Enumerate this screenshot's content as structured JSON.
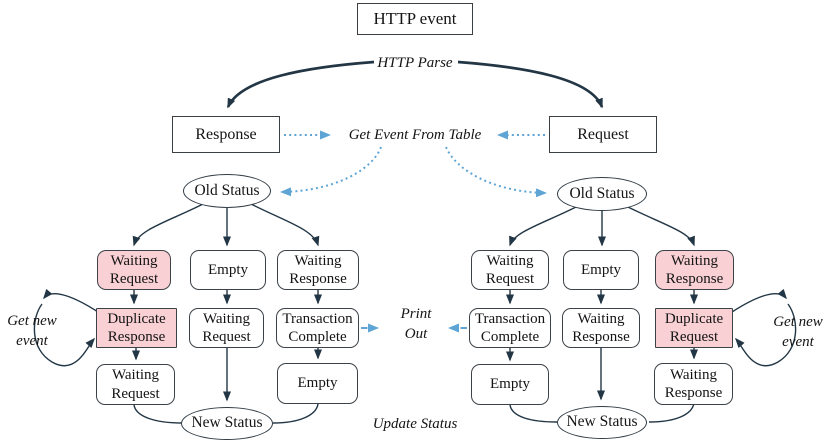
{
  "colors": {
    "ink": "#223645",
    "box_border": "#3c4247",
    "accent_blue": "#5ea5d6",
    "pink_fill": "#f9d1d4"
  },
  "nodes": {
    "http_event": "HTTP event",
    "response": "Response",
    "request": "Request",
    "left": {
      "old_status": "Old Status",
      "row1": [
        "Waiting Request",
        "Empty",
        "Waiting Response"
      ],
      "row2": [
        "Duplicate Response",
        "Waiting Request",
        "Transaction Complete"
      ],
      "row3": [
        "Waiting Request",
        "Empty"
      ],
      "new_status": "New Status"
    },
    "right": {
      "old_status": "Old Status",
      "row1": [
        "Waiting Request",
        "Empty",
        "Waiting Response"
      ],
      "row2": [
        "Transaction Complete",
        "Waiting Response",
        "Duplicate Request"
      ],
      "row3": [
        "Empty",
        "Waiting Response"
      ],
      "new_status": "New Status"
    }
  },
  "labels": {
    "http_parse": "HTTP Parse",
    "get_event_from_table": "Get Event From Table",
    "print_out": "Print\nOut",
    "update_status": "Update Status",
    "get_new_event_left": "Get new\nevent",
    "get_new_event_right": "Get new\nevent"
  }
}
